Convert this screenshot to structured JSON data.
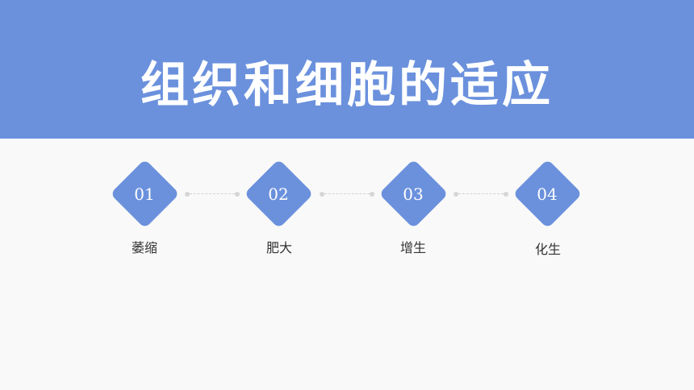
{
  "header": {
    "title": "组织和细胞的适应"
  },
  "steps": [
    {
      "number": "01",
      "label": "萎缩"
    },
    {
      "number": "02",
      "label": "肥大"
    },
    {
      "number": "03",
      "label": "增生"
    },
    {
      "number": "04",
      "label": "化生"
    }
  ],
  "colors": {
    "accent": "#6b91dd",
    "background": "#f9f9f9"
  }
}
